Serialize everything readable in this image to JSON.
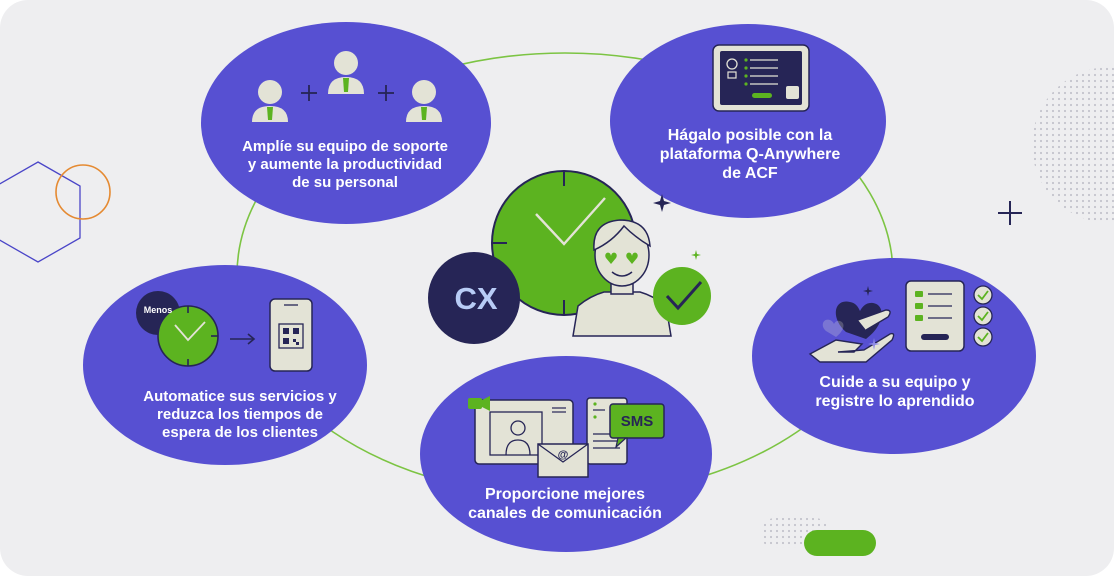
{
  "center": {
    "badge_text": "CX"
  },
  "bubbles": {
    "support_team": {
      "text": "Amplíe su equipo de soporte\ny aumente la productividad\nde su personal"
    },
    "platform": {
      "text": "Hágalo posible con la\nplataforma Q-Anywhere\nde ACF"
    },
    "automation": {
      "text": "Automatice sus servicios y\nreduzca los tiempos de\nespera de los clientes",
      "clock_label": "Menos"
    },
    "care": {
      "text": "Cuide a su equipo y\nregistre lo aprendido"
    },
    "channels": {
      "text": "Proporcione mejores\ncanales de comunicación",
      "sms_label": "SMS",
      "email_symbol": "@"
    }
  },
  "colors": {
    "background": "#eeeef0",
    "bubble": "#5750d2",
    "green": "#5cb320",
    "navy": "#262556",
    "ring": "#7cc443",
    "orange": "#e58a32",
    "light_face": "#e3e3d6"
  },
  "icons": [
    "person-icon",
    "plus-icon",
    "tablet-icon",
    "clock-icon",
    "check-icon",
    "phone-qr-icon",
    "heart-hand-icon",
    "checklist-icon",
    "video-call-icon",
    "email-icon",
    "sms-icon",
    "sparkle-icon",
    "hexagon-icon"
  ]
}
